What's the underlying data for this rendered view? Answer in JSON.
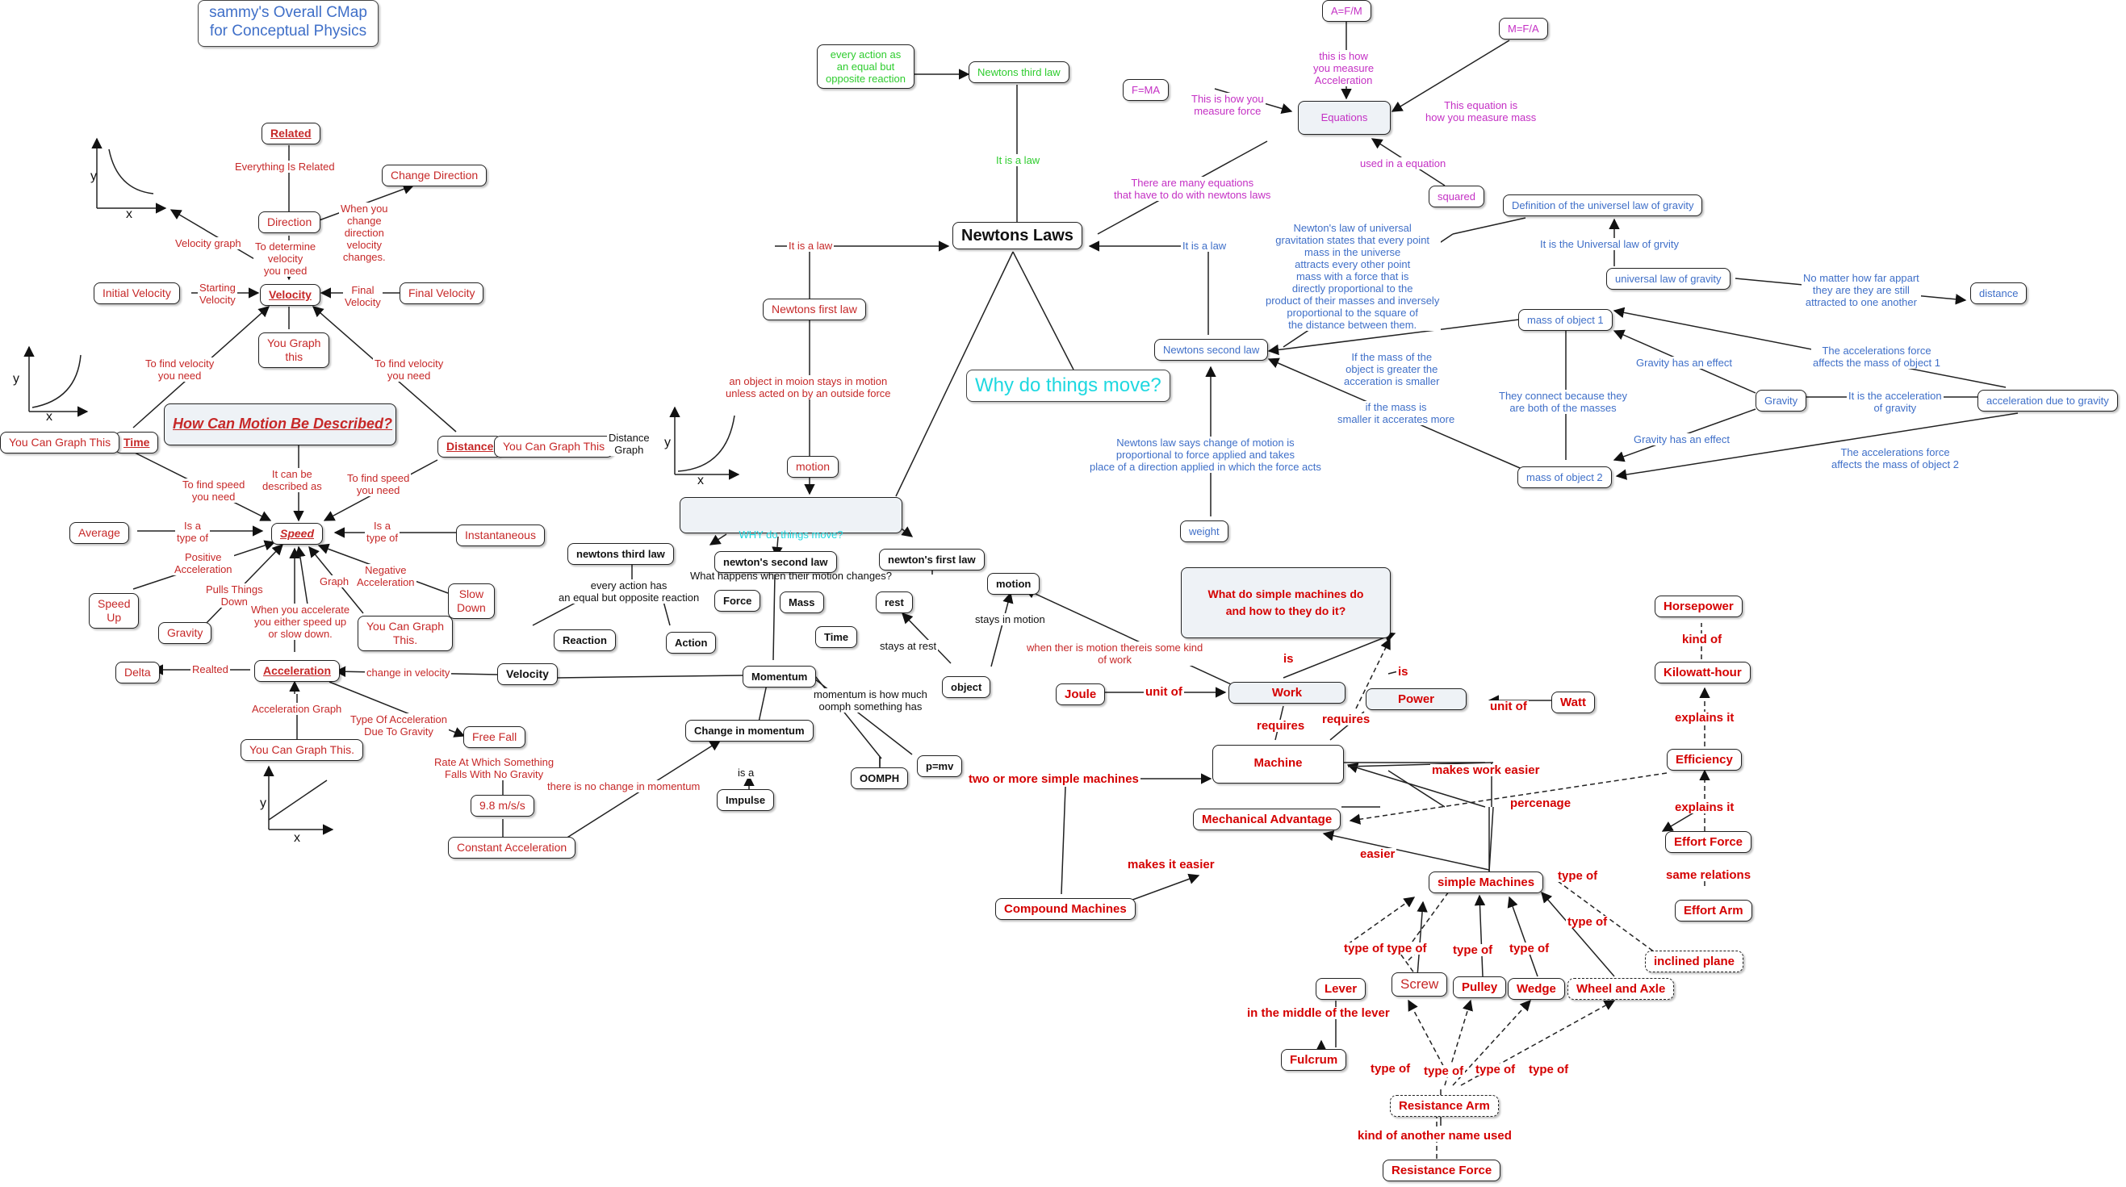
{
  "title": "sammy's Overall CMap\nfor Conceptual Physics",
  "nodes": {
    "related": "Related",
    "change_direction": "Change Direction",
    "direction": "Direction",
    "velocity_left": "Velocity",
    "initial_velocity": "Initial Velocity",
    "final_velocity": "Final Velocity",
    "you_graph_this": "You Graph\nthis",
    "how_can_motion": "How Can Motion Be Described?",
    "time_left": "Time",
    "you_can_graph_this_time": "You Can Graph This",
    "distance": "Distance",
    "you_can_graph_this_distance": "You Can Graph This",
    "speed": "Speed",
    "average": "Average",
    "instantaneous": "Instantaneous",
    "speed_up": "Speed\nUp",
    "gravity_left": "Gravity",
    "you_can_graph_this_speed": "You Can Graph\nThis.",
    "slow_down": "Slow\nDown",
    "delta": "Delta",
    "acceleration": "Acceleration",
    "you_can_graph_this_acc": "You Can Graph This.",
    "free_fall": "Free Fall",
    "nine_eight": "9.8 m/s/s",
    "constant_acceleration": "Constant Acceleration",
    "velocity_mid": "Velocity",
    "momentum": "Momentum",
    "change_in_momentum": "Change in momentum",
    "impulse": "Impulse",
    "oomph": "OOMPH",
    "p_mv": "p=mv",
    "why_things_move_box": "WHY do things move?",
    "what_happens": "What happens when their motion changes?",
    "newtons_third_law_b": "newtons third law",
    "newtons_second_law_b": "newton's second law",
    "newtons_first_law_b": "newton's first law",
    "force": "Force",
    "mass": "Mass",
    "reaction": "Reaction",
    "action": "Action",
    "time_mid": "Time",
    "rest": "rest",
    "motion_b": "motion",
    "object": "object",
    "motion_red": "motion",
    "newtons_first_law": "Newtons first law",
    "newtons_laws": "Newtons Laws",
    "why_do_things_move": "Why do things move?",
    "every_action": "every action as\nan equal but\nopposite reaction",
    "newtons_third_law": "Newtons third law",
    "fma": "F=MA",
    "afm": "A=F/M",
    "mfa": "M=F/A",
    "equations": "Equations",
    "squared": "squared",
    "def_universal": "Definition of the universel law of gravity",
    "universal_law": "universal law of gravity",
    "distance_blue": "distance",
    "mass_obj1": "mass of object 1",
    "mass_obj2": "mass of object 2",
    "gravity_blue": "Gravity",
    "acc_due_gravity": "acceleration due to gravity",
    "newtons_second_law": "Newtons second law",
    "weight": "weight",
    "what_do_simple": "What do simple machines do\nand how to they do it?",
    "horsepower": "Horsepower",
    "kilowatt_hour": "Kilowatt-hour",
    "efficiency": "Efficiency",
    "effort_force": "Effort Force",
    "effort_arm": "Effort Arm",
    "joule": "Joule",
    "work": "Work",
    "power": "Power",
    "watt": "Watt",
    "machine": "Machine",
    "mechanical_advantage": "Mechanical Advantage",
    "compound_machines": "Compound Machines",
    "simple_machines": "simple Machines",
    "inclined_plane": "inclined plane",
    "lever": "Lever",
    "screw": "Screw",
    "pulley": "Pulley",
    "wedge": "Wedge",
    "wheel_axle": "Wheel and Axle",
    "fulcrum": "Fulcrum",
    "resistance_arm": "Resistance Arm",
    "resistance_force": "Resistance Force"
  },
  "labels": {
    "everything_related": "Everything Is Related",
    "velocity_graph": "Velocity graph",
    "to_determine": "To determine\nvelocity\nyou need",
    "when_you_change": "When you\nchange\ndirection\nvelocity\nchanges.",
    "starting_velocity": "Starting\nVelocity",
    "final_velocity_lbl": "Final\nVelocity",
    "to_find_velocity_l": "To find velocity\nyou need",
    "to_find_velocity_r": "To find velocity\nyou need",
    "to_find_speed_l": "To find speed\nyou need",
    "it_can_be": "It can be\ndescribed as",
    "to_find_speed_r": "To find speed\nyou need",
    "distance_graph": "Distance\nGraph",
    "is_a_type_l": "Is a\ntype of",
    "is_a_type_r": "Is a\ntype of",
    "positive_acc": "Positive\nAcceleration",
    "pulls_things": "Pulls Things\nDown",
    "graph": "Graph",
    "negative_acc": "Negative\nAcceleration",
    "when_you_accelerate": "When you accelerate\nyou either speed up\nor slow down.",
    "realted": "Realted",
    "change_in_velocity": "change in velocity",
    "acc_graph": "Acceleration Graph",
    "type_of_acc": "Type Of Acceleration\nDue To Gravity",
    "rate_at_which": "Rate At Which Something\nFalls With No Gravity",
    "no_change_momentum": "there is no change in momentum",
    "is_a": "is a",
    "momentum_is": "momentum is how much\noomph something has",
    "every_action_has": "every action has\nan equal but opposite reaction",
    "stays_at_rest": "stays at rest",
    "stays_in_motion": "stays in motion",
    "when_motion_work": "when ther is motion thereis some kind\nof work",
    "object_stays": "an object in moion stays in motion\nunless acted on by an outside force",
    "it_is_a_law_red": "It is a law",
    "it_is_a_law_green": "It is a law",
    "it_is_a_law_blue": "It is a law",
    "this_is_how_force": "This is how you\nmeasure force",
    "this_is_how_acc": "this is how\nyou measure\nAcceleration",
    "this_equation_mass": "This equation is\nhow you measure mass",
    "used_in_eq": "used in a equation",
    "many_equations": "There are many equations\nthat have to do with newtons laws",
    "newtons_universal": "Newton's law of universal\ngravitation states that every point\nmass in the universe\nattracts every other point\nmass with a force that is\ndirectly proportional to the\nproduct of their masses and inversely\nproportional to the square of\nthe distance between them.",
    "it_is_universal": "It is the Universal law of grvity",
    "no_matter": "No matter how far appart\nthey are they are still\nattracted to one another",
    "if_mass_greater": "If the mass of the\nobject is greater the\nacceration is smaller",
    "if_mass_smaller": "if the mass is\nsmaller it accerates more",
    "connect_masses": "They connect because they\nare both of the masses",
    "gravity_effect_1": "Gravity has an effect",
    "gravity_effect_2": "Gravity has an effect",
    "acc_force_1": "The accelerations force\naffects the mass of object 1",
    "acc_force_2": "The accelerations force\naffects the mass of object 2",
    "it_is_acc": "It is the acceleration\nof gravity",
    "newtons_law_says": "Newtons law says change of motion is\nproportional to force applied and takes\nplace of a direction applied in which the force acts",
    "kind_of": "kind of",
    "explains_it_1": "explains it",
    "explains_it_2": "explains it",
    "same_relations": "same relations",
    "is_1": "is",
    "is_2": "is",
    "unit_of_1": "unit of",
    "unit_of_2": "unit of",
    "requires_1": "requires",
    "requires_2": "requires",
    "makes_work_easier": "makes work easier",
    "percenage": "percenage",
    "two_or_more": "two or more simple machines",
    "makes_it_easier": "makes it easier",
    "easier": "easier",
    "type_of_1": "type of",
    "type_of_2": "type of",
    "type_of_type_of": "type of type of",
    "type_of_pulley": "type of",
    "type_of_wedge": "type of",
    "middle_lever": "in the middle of the lever",
    "type_of_r1": "type of",
    "type_of_r2": "type of",
    "type_of_r3": "type of",
    "type_of_r4": "type of",
    "kind_of_another": "kind of another name used"
  },
  "graph_axes": {
    "x": "x",
    "y": "y"
  }
}
